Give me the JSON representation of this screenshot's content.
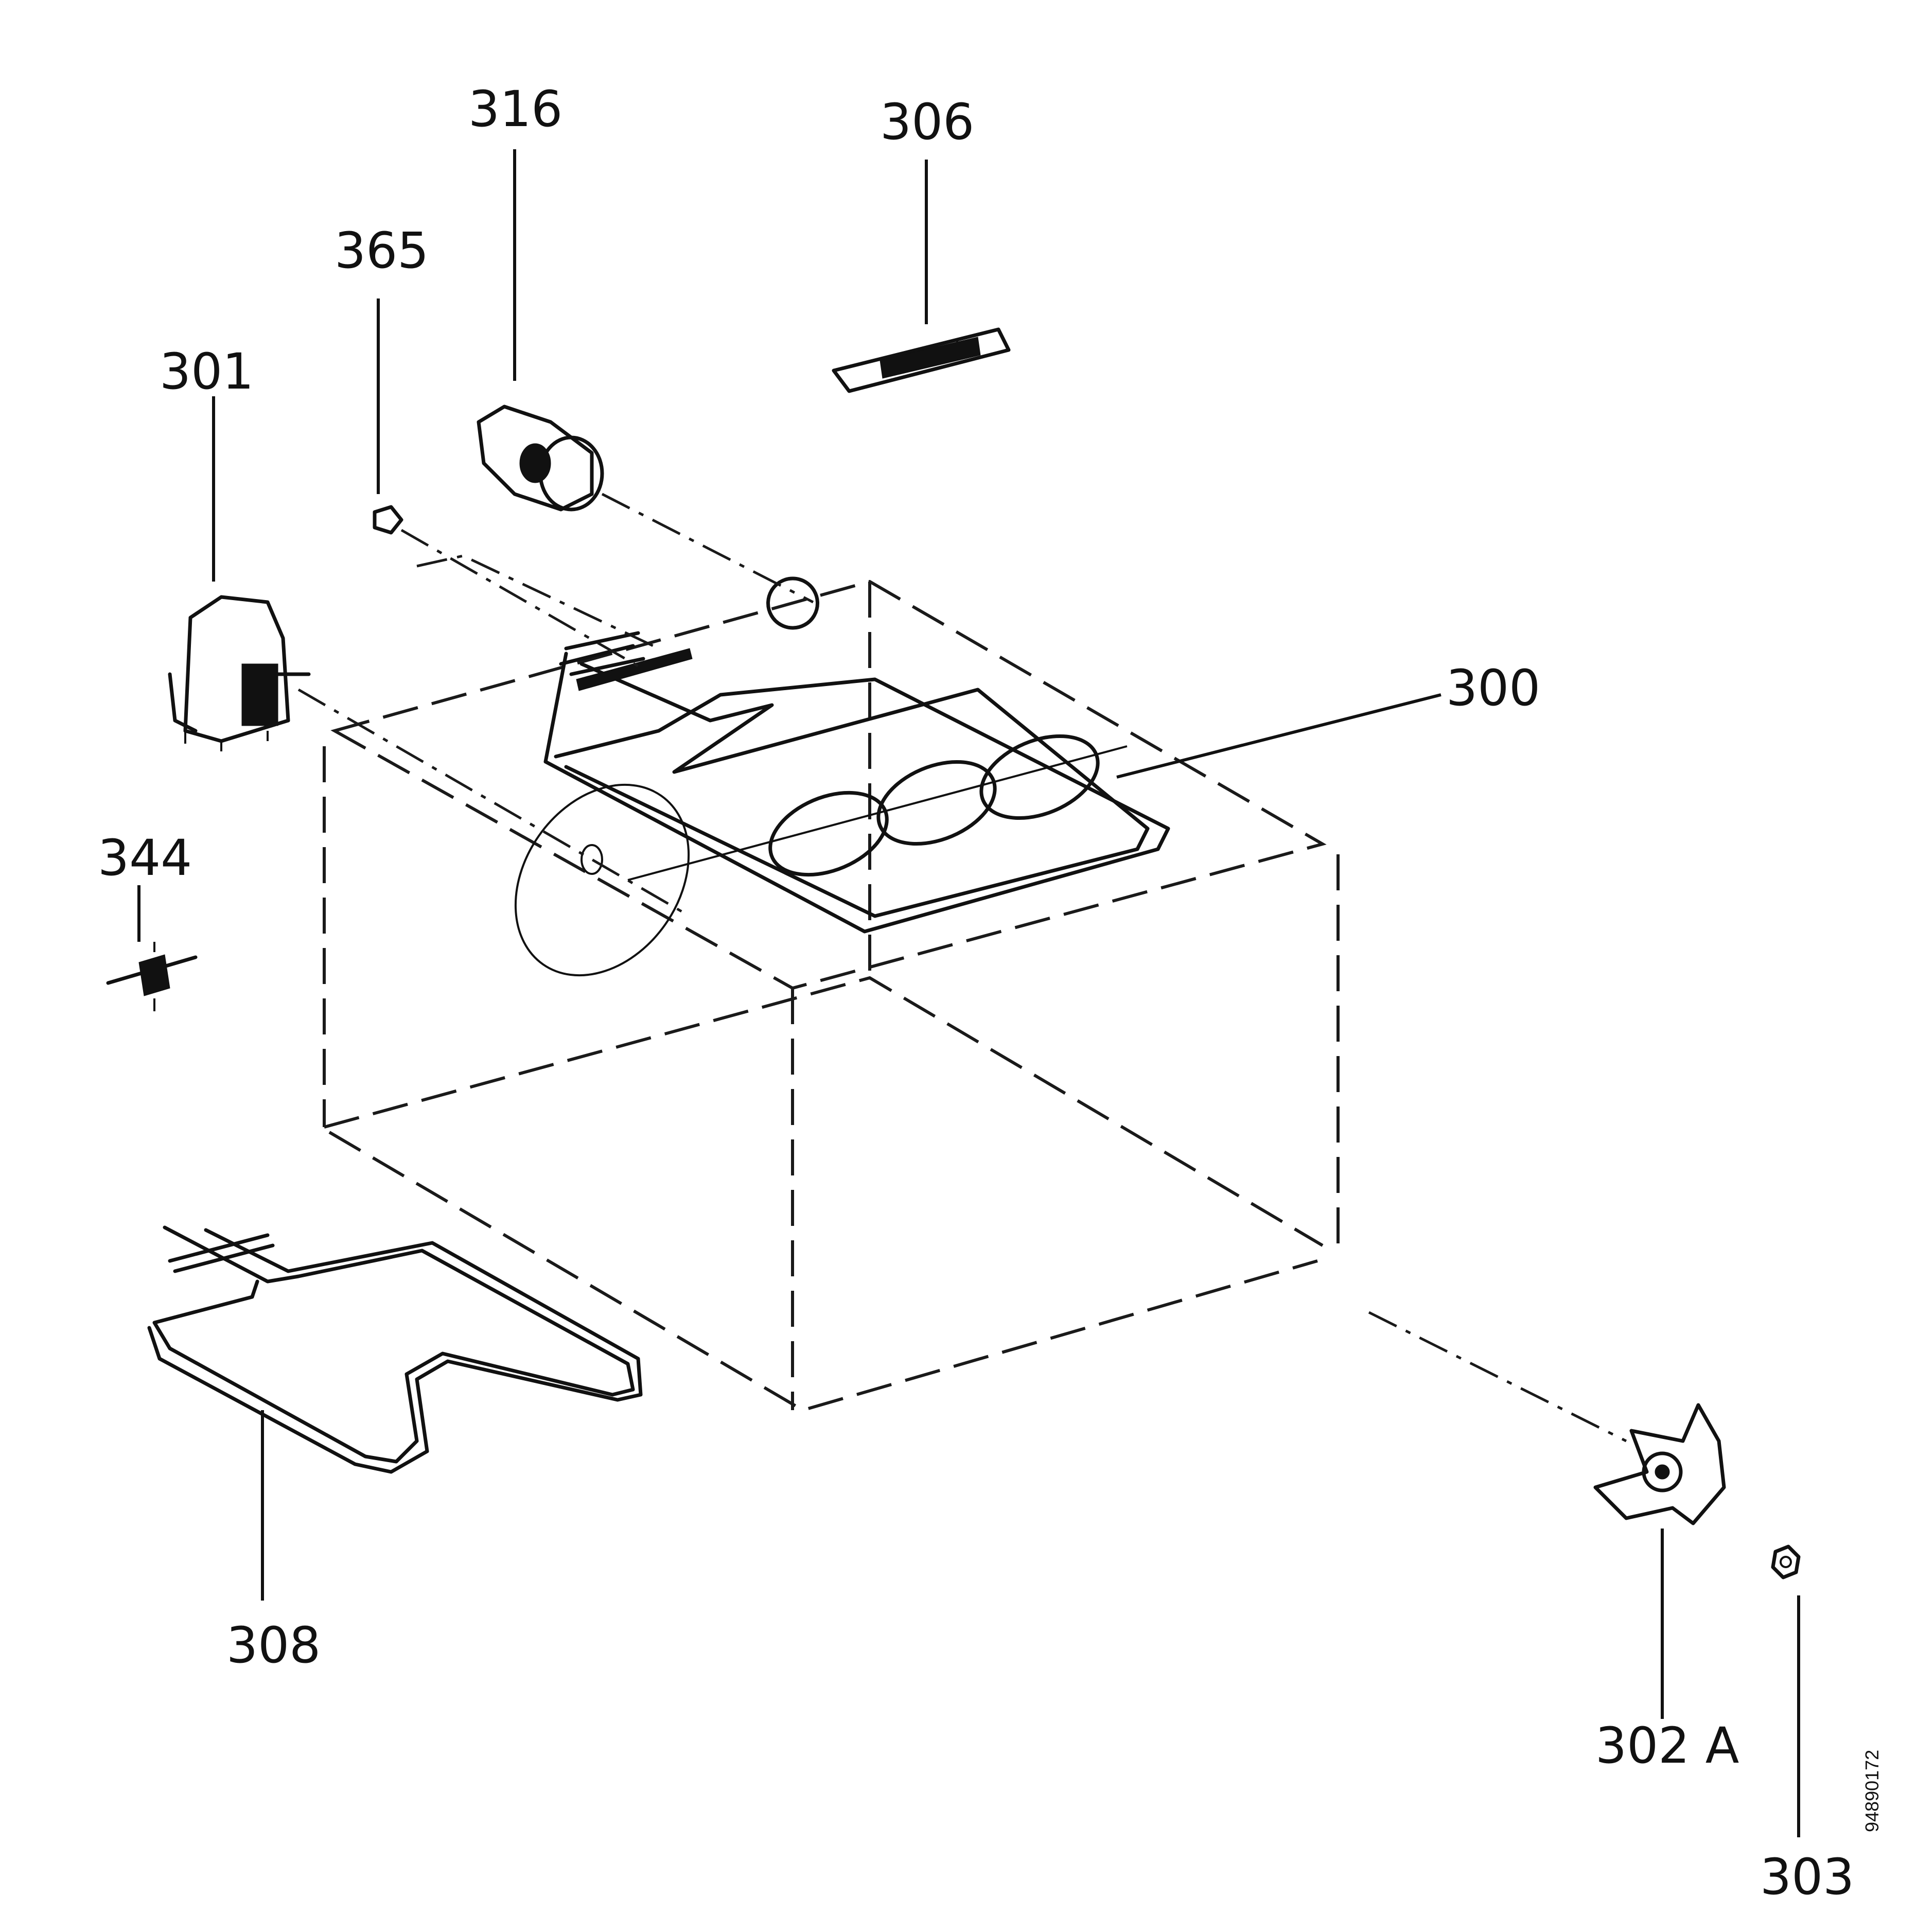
{
  "callouts": {
    "c300": "300",
    "c301": "301",
    "c302a": "302 A",
    "c303": "303",
    "c306": "306",
    "c308": "308",
    "c316": "316",
    "c344": "344",
    "c365": "365"
  },
  "drawing_code": "94890172"
}
